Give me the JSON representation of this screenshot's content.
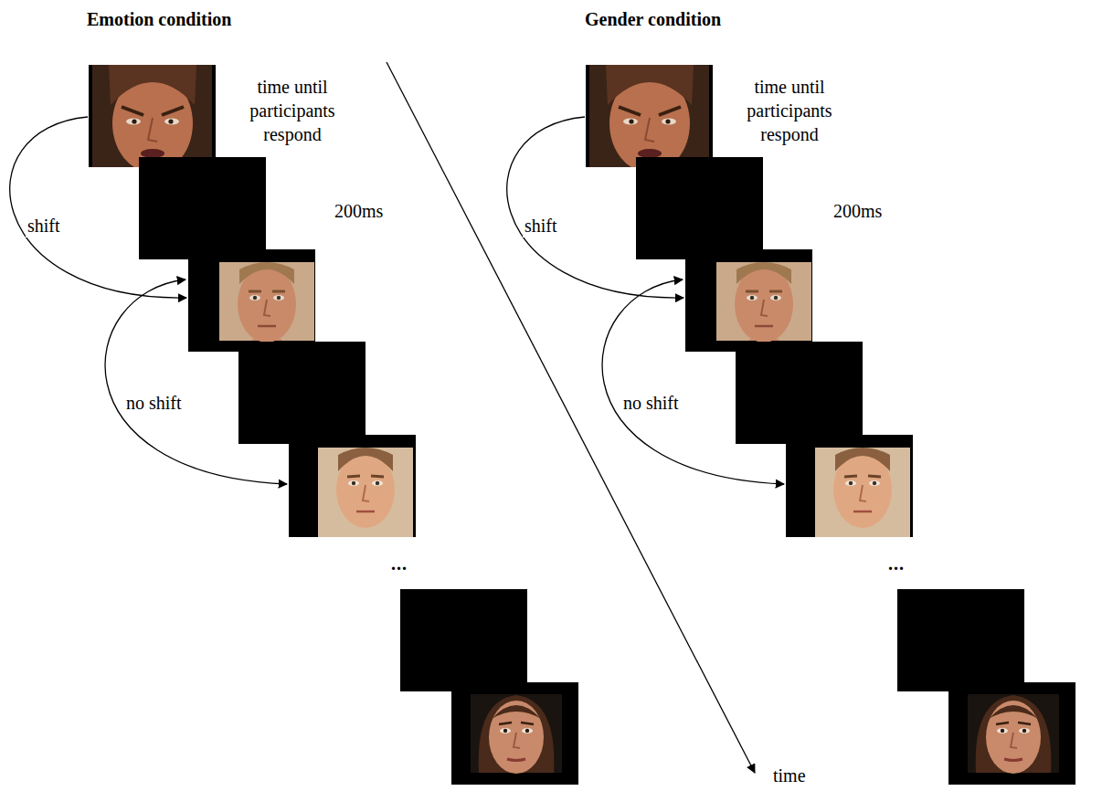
{
  "diagram": {
    "labels": [
      "Emotion condition",
      "time until participants respond",
      "200ms",
      "shift",
      "no shift",
      "...",
      "Gender condition",
      "time until participants respond",
      "200ms",
      "shift",
      "no shift",
      "...",
      "time"
    ]
  }
}
